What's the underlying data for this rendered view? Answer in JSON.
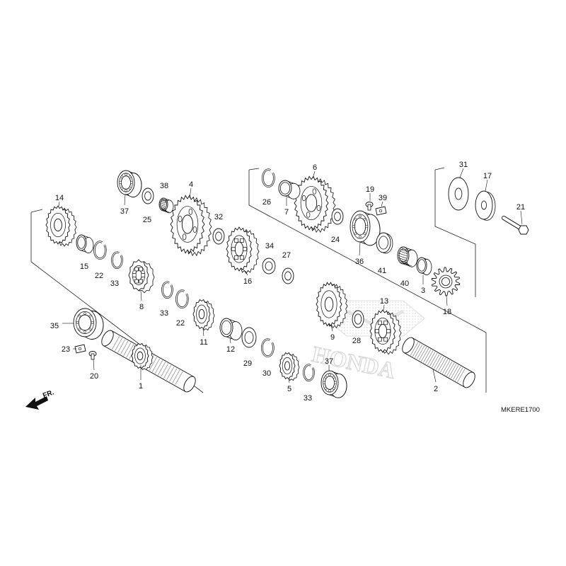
{
  "diagram_code": "MKERE1700",
  "front_marker": "FR.",
  "watermark_text": "HONDA",
  "colors": {
    "line": "#111111",
    "watermark": "#d9d9d9"
  },
  "parts": [
    {
      "id": "p1",
      "label": "1",
      "kind": "mainshaft"
    },
    {
      "id": "p2",
      "label": "2",
      "kind": "countershaft"
    },
    {
      "id": "p3",
      "label": "3",
      "kind": "bearing-small"
    },
    {
      "id": "p4",
      "label": "4",
      "kind": "gear-large"
    },
    {
      "id": "p5",
      "label": "5",
      "kind": "gear-small"
    },
    {
      "id": "p6",
      "label": "6",
      "kind": "gear-large"
    },
    {
      "id": "p7",
      "label": "7",
      "kind": "bushing"
    },
    {
      "id": "p8",
      "label": "8",
      "kind": "gear-dog"
    },
    {
      "id": "p9",
      "label": "9",
      "kind": "gear-large"
    },
    {
      "id": "p11",
      "label": "11",
      "kind": "gear-small"
    },
    {
      "id": "p12",
      "label": "12",
      "kind": "bushing"
    },
    {
      "id": "p13",
      "label": "13",
      "kind": "gear-dog"
    },
    {
      "id": "p14",
      "label": "14",
      "kind": "gear-medium"
    },
    {
      "id": "p15",
      "label": "15",
      "kind": "bushing"
    },
    {
      "id": "p16",
      "label": "16",
      "kind": "gear-dog"
    },
    {
      "id": "p17",
      "label": "17",
      "kind": "washer"
    },
    {
      "id": "p18",
      "label": "18",
      "kind": "sprocket"
    },
    {
      "id": "p19",
      "label": "19",
      "kind": "bolt-small"
    },
    {
      "id": "p20",
      "label": "20",
      "kind": "bolt-small"
    },
    {
      "id": "p21",
      "label": "21",
      "kind": "bolt"
    },
    {
      "id": "p22a",
      "label": "22",
      "kind": "circlip"
    },
    {
      "id": "p22b",
      "label": "22",
      "kind": "circlip"
    },
    {
      "id": "p23",
      "label": "23",
      "kind": "plate"
    },
    {
      "id": "p24",
      "label": "24",
      "kind": "washer-small"
    },
    {
      "id": "p25",
      "label": "25",
      "kind": "washer-small"
    },
    {
      "id": "p26",
      "label": "26",
      "kind": "circlip"
    },
    {
      "id": "p27",
      "label": "27",
      "kind": "washer-small"
    },
    {
      "id": "p28",
      "label": "28",
      "kind": "washer-small"
    },
    {
      "id": "p29",
      "label": "29",
      "kind": "washer"
    },
    {
      "id": "p30",
      "label": "30",
      "kind": "circlip"
    },
    {
      "id": "p31",
      "label": "31",
      "kind": "washer"
    },
    {
      "id": "p32",
      "label": "32",
      "kind": "washer-small"
    },
    {
      "id": "p33a",
      "label": "33",
      "kind": "circlip"
    },
    {
      "id": "p33b",
      "label": "33",
      "kind": "circlip"
    },
    {
      "id": "p33c",
      "label": "33",
      "kind": "circlip"
    },
    {
      "id": "p34",
      "label": "34",
      "kind": "washer-small"
    },
    {
      "id": "p35",
      "label": "35",
      "kind": "bearing"
    },
    {
      "id": "p36",
      "label": "36",
      "kind": "bearing"
    },
    {
      "id": "p37a",
      "label": "37",
      "kind": "bearing"
    },
    {
      "id": "p37b",
      "label": "37",
      "kind": "bearing"
    },
    {
      "id": "p38",
      "label": "38",
      "kind": "needle-bearing"
    },
    {
      "id": "p39",
      "label": "39",
      "kind": "plate"
    },
    {
      "id": "p40",
      "label": "40",
      "kind": "needle-bearing"
    },
    {
      "id": "p41",
      "label": "41",
      "kind": "seal"
    }
  ]
}
